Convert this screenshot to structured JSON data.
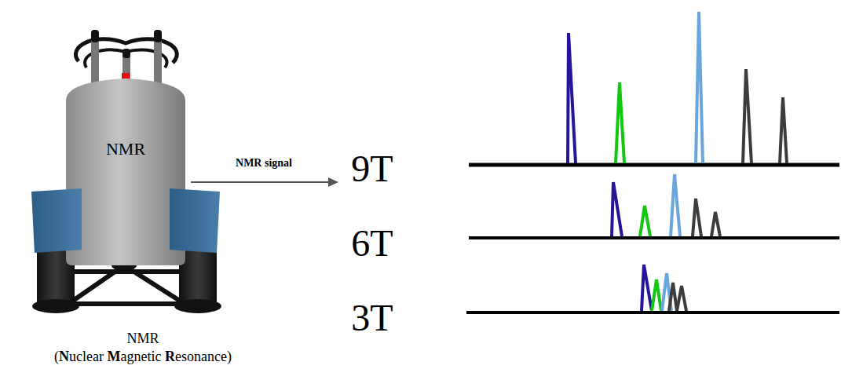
{
  "diagram": {
    "nodes": [
      {
        "text": [
          "NMR"
        ]
      }
    ],
    "labels": [
      "NMR signal",
      "9T",
      "6T",
      "3T",
      "NMR",
      "(Nuclear Magnetic Resonance)"
    ]
  }
}
